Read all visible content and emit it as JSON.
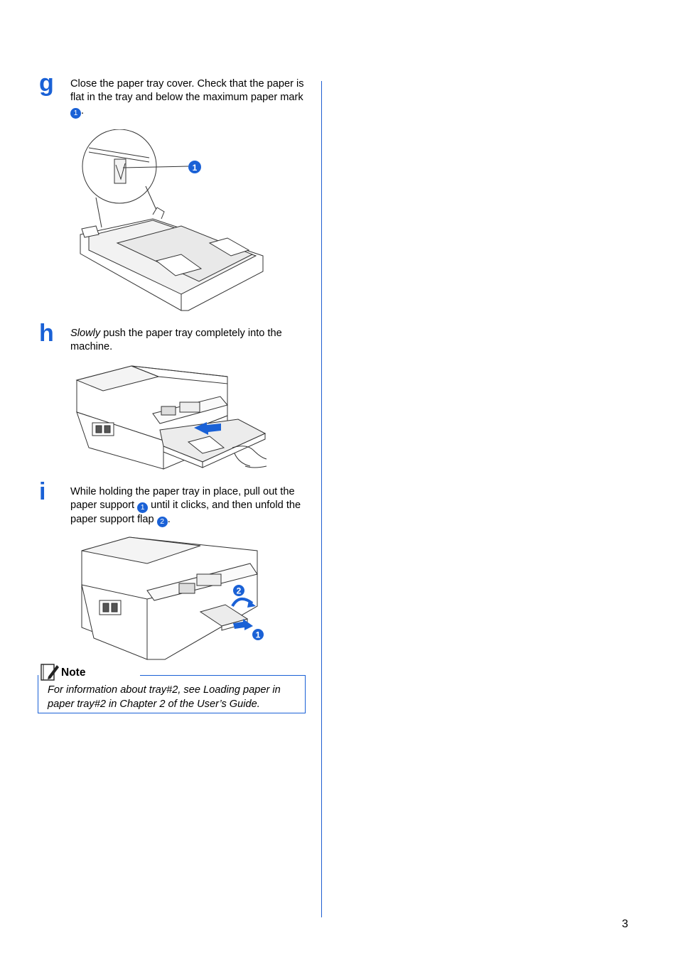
{
  "steps": {
    "g": {
      "letter": "g",
      "text_before": "Close the paper tray cover. Check that the paper is flat in the tray and below the maximum paper mark",
      "badge": "1",
      "text_after": "."
    },
    "h": {
      "letter": "h",
      "emphasis": "Slowly",
      "text": " push the paper tray completely into the machine."
    },
    "i": {
      "letter": "i",
      "text_1": "While holding the paper tray in place, pull out the paper support",
      "badge_1": "1",
      "text_2": " until it clicks, and then unfold the paper support flap",
      "badge_2": "2",
      "text_3": "."
    }
  },
  "figures": {
    "tray_callout": "1",
    "support_callout_1": "1",
    "support_callout_2": "2"
  },
  "note": {
    "title": "Note",
    "text": "For information about tray#2, see Loading paper in paper tray#2 in Chapter 2 of the User’s Guide."
  },
  "page_number": "3",
  "colors": {
    "accent": "#1a61d6",
    "divider": "#1f5fd1"
  }
}
